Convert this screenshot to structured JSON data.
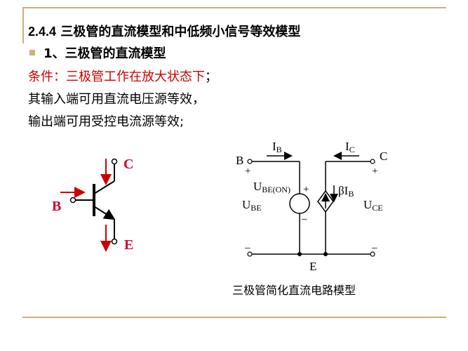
{
  "slide": {
    "title_number": "2.4.4",
    "title_text": "三极管的直流模型和中低频小信号等效模型",
    "bullet_text": "1、三极管的直流模型",
    "condition_red": "条件：三极管工作在放大状态下",
    "condition_end": "；",
    "line3": "其输入端可用直流电压源等效，",
    "line4": "输出端可用受控电流源等效;",
    "caption": "三极管简化直流电路模型"
  },
  "transistor": {
    "label_c": "C",
    "label_b": "B",
    "label_e": "E"
  },
  "circuit": {
    "node_b": "B",
    "node_c": "C",
    "node_e": "E",
    "ib_main": "I",
    "ib_sub": "B",
    "ic_main": "I",
    "ic_sub": "C",
    "plus_left": "+",
    "plus_right": "+",
    "plus_source": "+",
    "minus_source": "–",
    "minus_left": "–",
    "minus_right": "–",
    "ube_on_main": "U",
    "ube_on_sub": "BE(ON)",
    "ube_main": "U",
    "ube_sub": "BE",
    "uce_main": "U",
    "uce_sub": "CE",
    "beta_main": "βI",
    "beta_sub": "B"
  },
  "colors": {
    "accent_rule": "#c9b27a",
    "condition_red": "#cc0000",
    "arrow_red": "#cc0000",
    "transistor_label_red": "#cc0033"
  }
}
